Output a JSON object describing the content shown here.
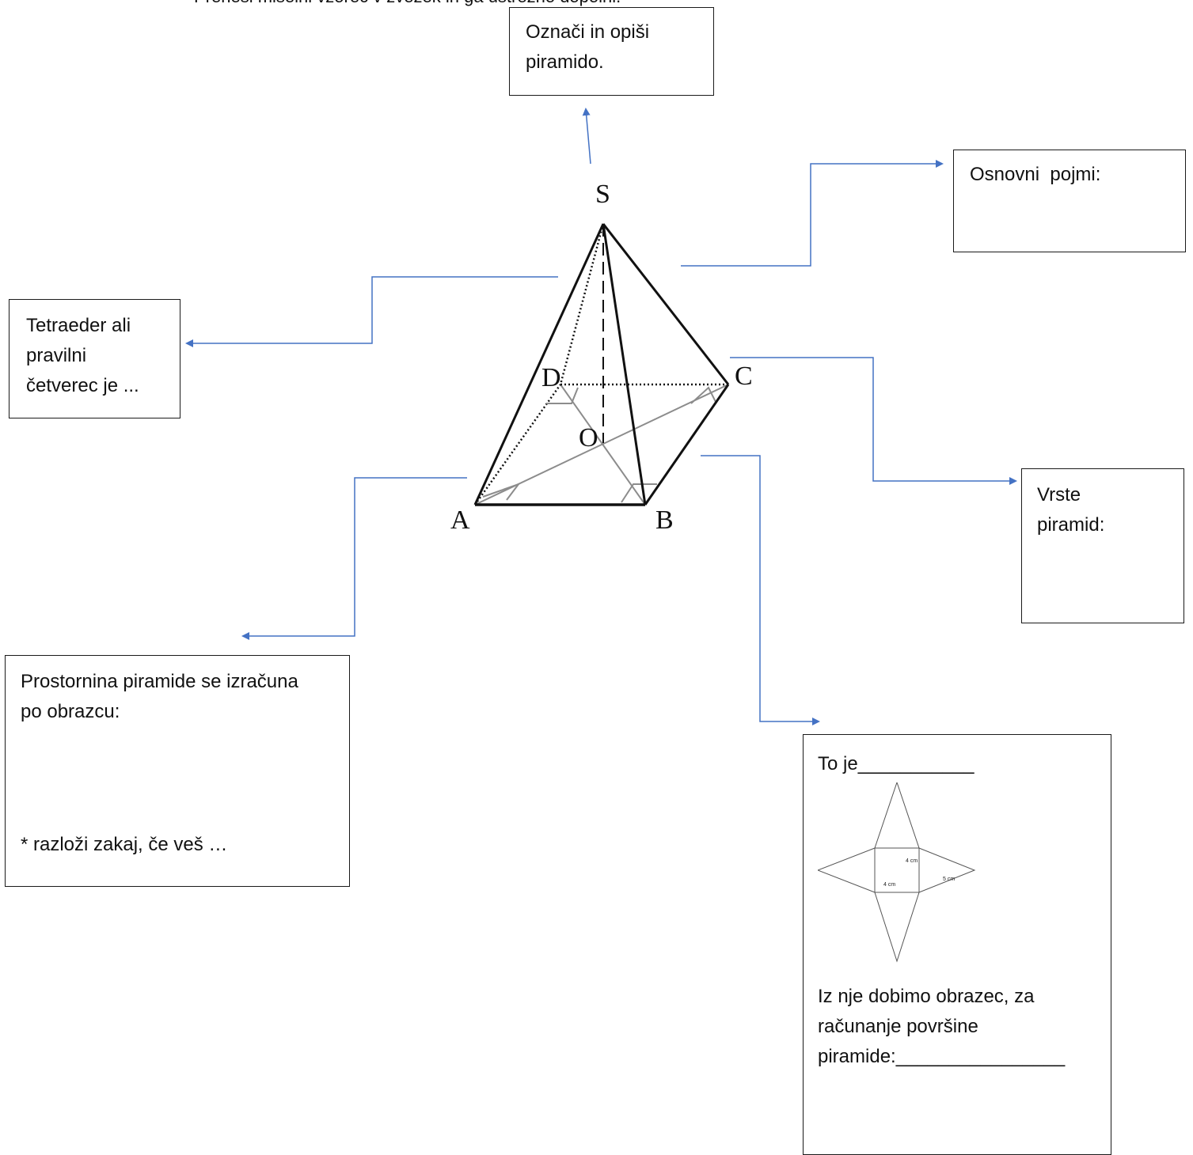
{
  "header": {
    "instruction_partial": "Prenesi miselni vzorec v zvezek in ga ustrezno dopolni."
  },
  "diagram": {
    "center_title": "",
    "vertices": {
      "apex": "S",
      "a": "A",
      "b": "B",
      "c": "C",
      "d": "D",
      "center": "O"
    },
    "arrow_color": "#4472C4"
  },
  "boxes": {
    "oznaci": {
      "line1": "Označi in opiši",
      "line2": "piramido."
    },
    "osnovni": {
      "line1": "Osnovni  pojmi:"
    },
    "tetraeder": {
      "line1": "Tetraeder ali",
      "line2": "pravilni",
      "line3": "četverec je ..."
    },
    "vrste": {
      "line1": "Vrste",
      "line2": "piramid:"
    },
    "prostornina": {
      "line1": "Prostornina piramide se izračuna",
      "line2": "po obrazcu:",
      "note": "* razloži zakaj, če veš …"
    },
    "toje": {
      "line1": "To je___________",
      "net_labels": {
        "side_top": "4 cm",
        "side_bottom": "4 cm",
        "height": "5 cm"
      },
      "line2": "Iz nje dobimo obrazec, za",
      "line3": "računanje površine",
      "line4": "piramide:________________"
    }
  }
}
